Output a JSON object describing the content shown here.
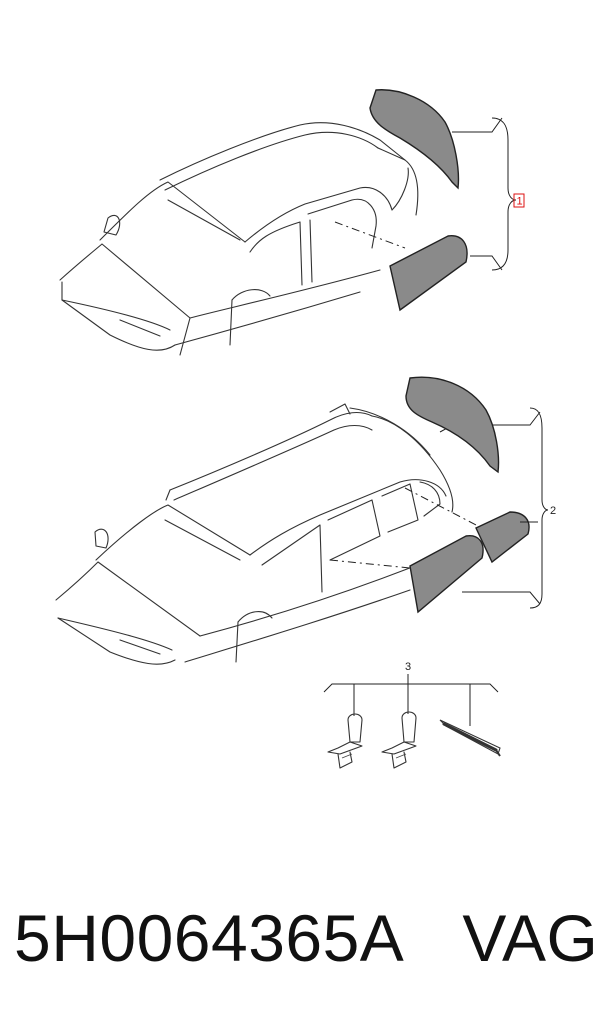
{
  "callouts": {
    "one": "1",
    "two": "2",
    "three": "3"
  },
  "caption": {
    "part_number": "5H0064365A",
    "brand": "VAG"
  },
  "colors": {
    "callout_highlight": "#dd1111",
    "shade_fill": "#8a8a8a"
  }
}
